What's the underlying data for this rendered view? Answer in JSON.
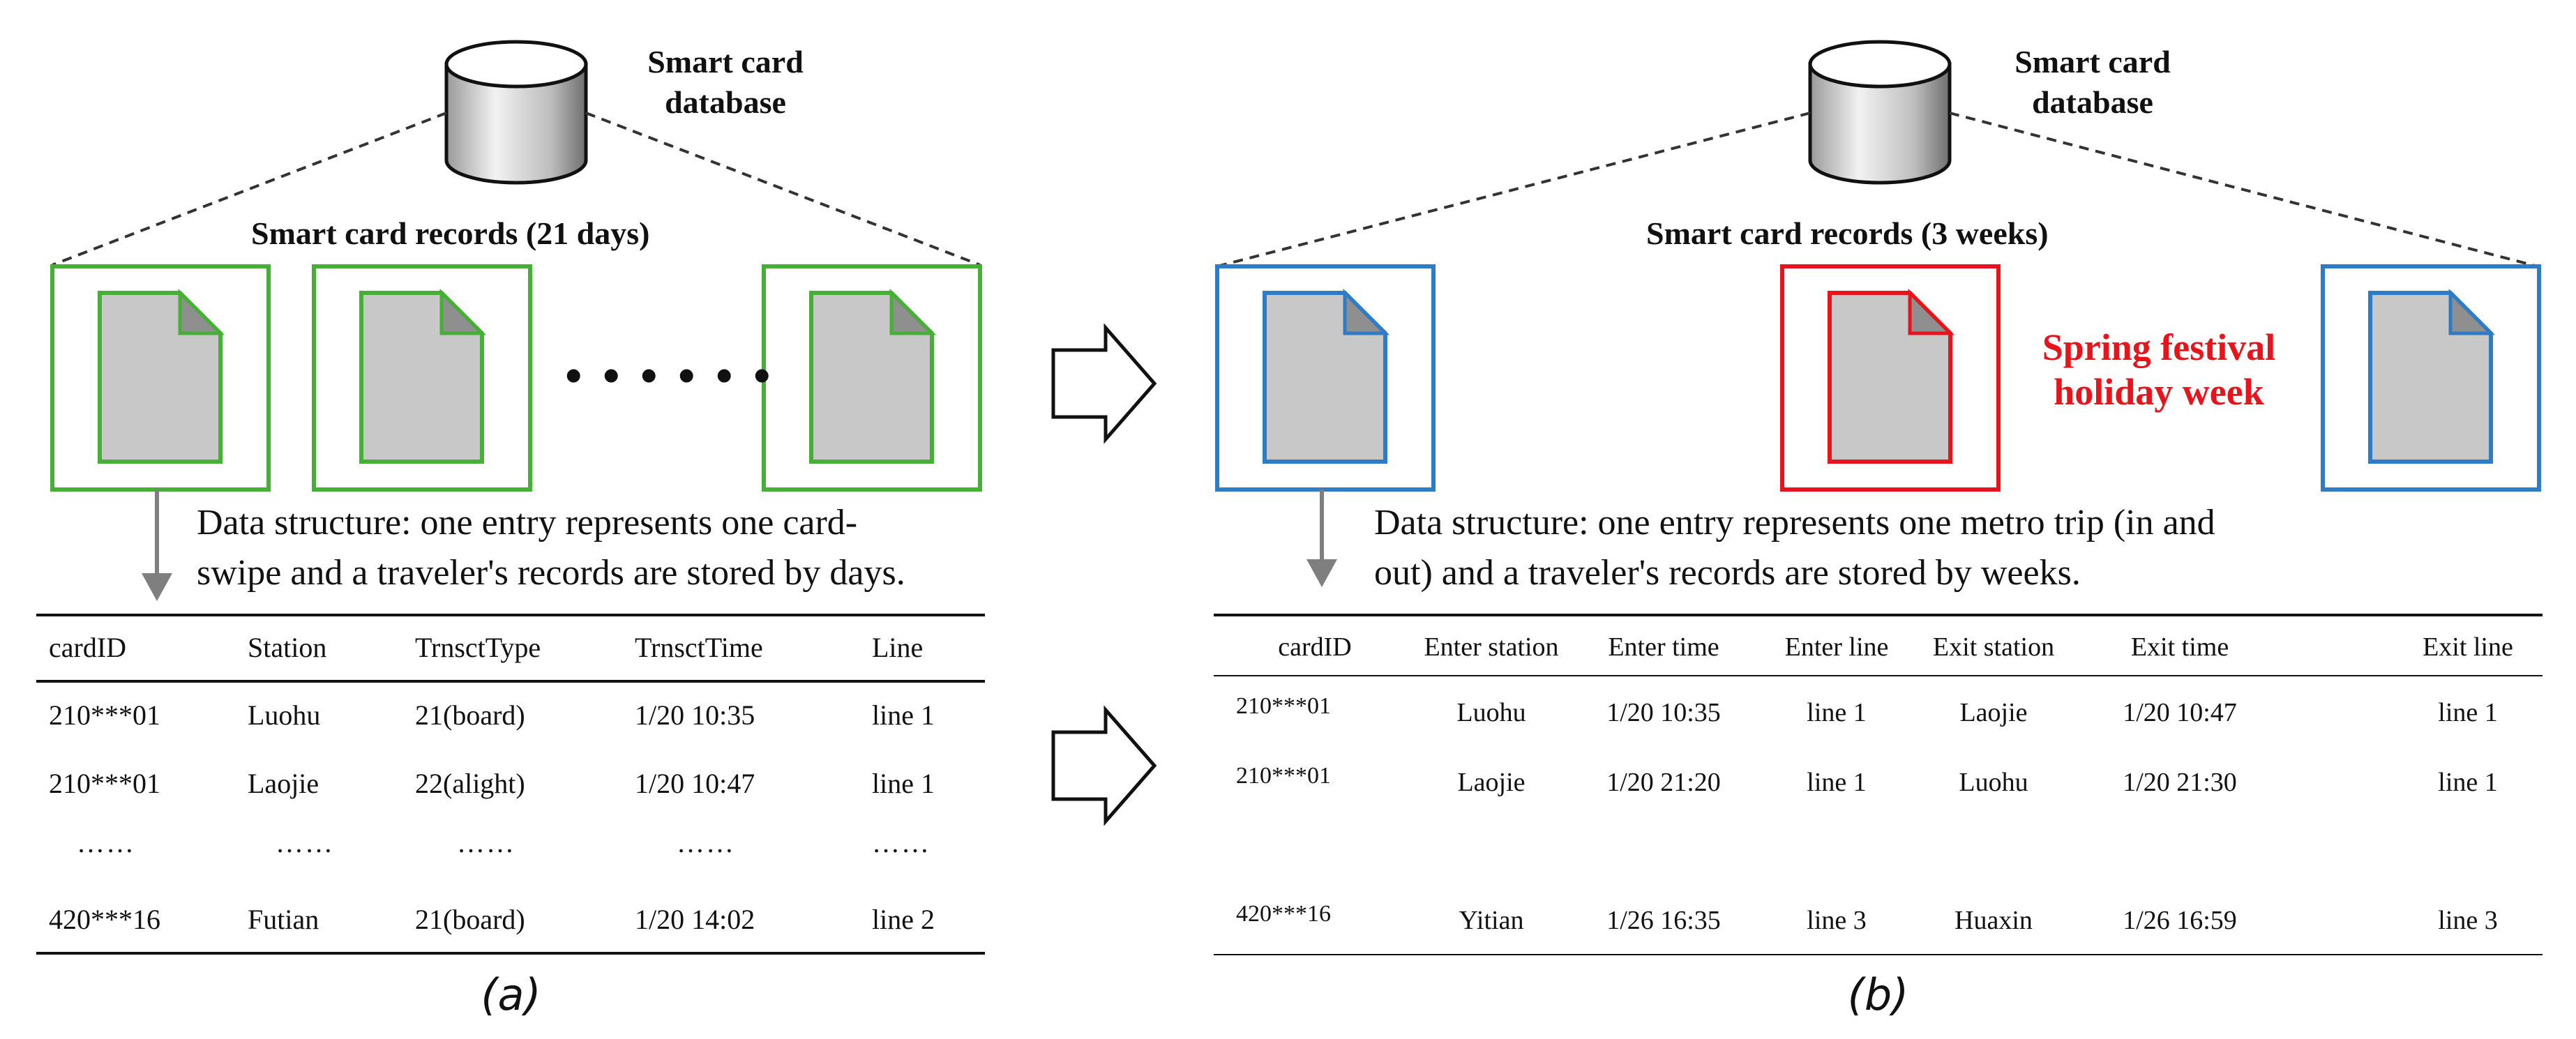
{
  "panel_a": {
    "db_label_line1": "Smart card",
    "db_label_line2": "database",
    "records_title": "Smart card records (21 days)",
    "ellipsis": "• • • • • •",
    "description_line1": "Data structure: one entry represents one card-",
    "description_line2": "swipe and a traveler's records are stored by days.",
    "table": {
      "headers": [
        "cardID",
        "Station",
        "TrnsctType",
        "TrnsctTime",
        "Line"
      ],
      "rows": [
        [
          "210***01",
          "Luohu",
          "21(board)",
          "1/20 10:35",
          "line 1"
        ],
        [
          "210***01",
          "Laojie",
          "22(alight)",
          "1/20 10:47",
          "line 1"
        ],
        [
          "……",
          "……",
          "……",
          "……",
          "……"
        ],
        [
          "420***16",
          "Futian",
          "21(board)",
          "1/20 14:02",
          "line 2"
        ]
      ]
    },
    "label": "(a)",
    "colors": {
      "file_border": "#45b035",
      "file_fill": "#c8c8c8"
    }
  },
  "panel_b": {
    "db_label_line1": "Smart card",
    "db_label_line2": "database",
    "records_title": "Smart card records (3 weeks)",
    "holiday_line1": "Spring festival",
    "holiday_line2": "holiday week",
    "description_line1": "Data structure: one entry represents one metro trip (in and",
    "description_line2": "out) and a traveler's records are stored by weeks.",
    "table": {
      "headers": [
        "cardID",
        "Enter station",
        "Enter time",
        "Enter line",
        "Exit station",
        "Exit time",
        "Exit line"
      ],
      "rows": [
        [
          "210***01",
          "Luohu",
          "1/20 10:35",
          "line 1",
          "Laojie",
          "1/20 10:47",
          "line 1"
        ],
        [
          "210***01",
          "Laojie",
          "1/20 21:20",
          "line 1",
          "Luohu",
          "1/20 21:30",
          "line 1"
        ],
        [
          "420***16",
          "Yitian",
          "1/26 16:35",
          "line 3",
          "Huaxin",
          "1/26 16:59",
          "line 3"
        ]
      ]
    },
    "label": "(b)",
    "colors": {
      "file_border": "#2f7cc6",
      "holiday_border": "#e8141b",
      "file_fill": "#c8c8c8"
    }
  }
}
